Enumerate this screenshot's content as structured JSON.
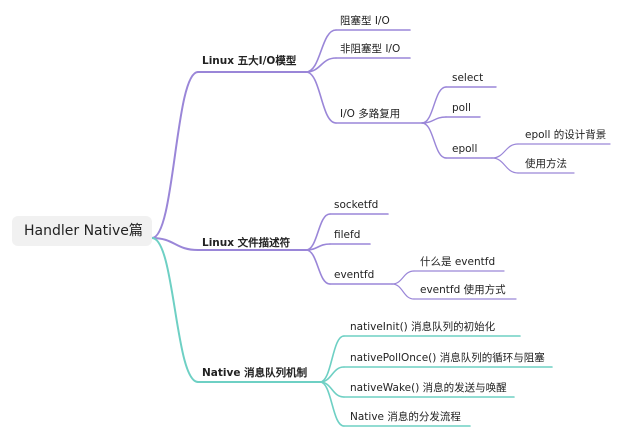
{
  "mindmap": {
    "root": "Handler Native篇",
    "colors": {
      "purple": "#9a86d8",
      "teal": "#6ed0c4"
    },
    "branches": [
      {
        "label": "Linux 五大I/O模型",
        "children": [
          {
            "label": "阻塞型 I/O"
          },
          {
            "label": "非阻塞型 I/O"
          },
          {
            "label": "I/O 多路复用",
            "children": [
              {
                "label": "select"
              },
              {
                "label": "poll"
              },
              {
                "label": "epoll",
                "children": [
                  {
                    "label": "epoll 的设计背景"
                  },
                  {
                    "label": "使用方法"
                  }
                ]
              }
            ]
          }
        ]
      },
      {
        "label": "Linux 文件描述符",
        "children": [
          {
            "label": "socketfd"
          },
          {
            "label": "filefd"
          },
          {
            "label": "eventfd",
            "children": [
              {
                "label": "什么是 eventfd"
              },
              {
                "label": "eventfd 使用方式"
              }
            ]
          }
        ]
      },
      {
        "label": "Native 消息队列机制",
        "children": [
          {
            "label": "nativeInit() 消息队列的初始化"
          },
          {
            "label": "nativePollOnce() 消息队列的循环与阻塞"
          },
          {
            "label": "nativeWake() 消息的发送与唤醒"
          },
          {
            "label": "Native 消息的分发流程"
          }
        ]
      }
    ]
  }
}
